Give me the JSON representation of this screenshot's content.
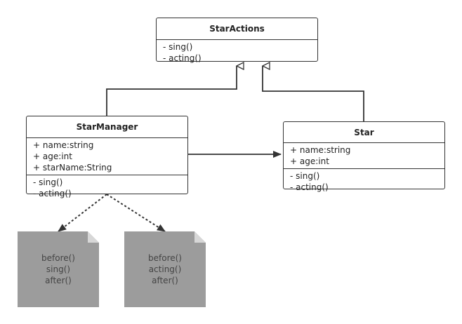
{
  "classes": {
    "star_actions": {
      "name": "StarActions",
      "methods": [
        "- sing()",
        "- acting()"
      ]
    },
    "star_manager": {
      "name": "StarManager",
      "attributes": [
        "+ name:string",
        "+ age:int",
        "+ starName:String"
      ],
      "methods": [
        "- sing()",
        "- acting()"
      ]
    },
    "star": {
      "name": "Star",
      "attributes": [
        "+ name:string",
        "+ age:int"
      ],
      "methods": [
        "- sing()",
        "- acting()"
      ]
    }
  },
  "notes": [
    {
      "lines": [
        "before()",
        "sing()",
        "after()"
      ]
    },
    {
      "lines": [
        "before()",
        "acting()",
        "after()"
      ]
    }
  ],
  "colors": {
    "line": "#333333",
    "note_fill": "#9c9c9c",
    "note_text": "#444444",
    "background": "#ffffff"
  }
}
